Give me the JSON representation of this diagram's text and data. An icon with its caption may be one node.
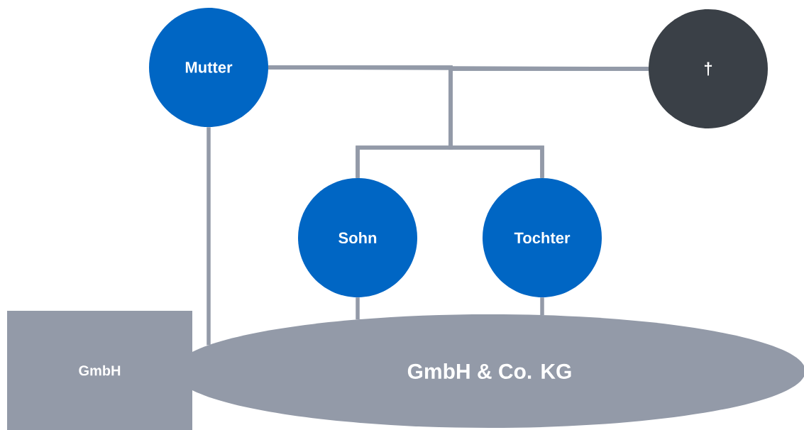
{
  "diagram": {
    "nodes": [
      {
        "text": [
          "Mutter"
        ]
      },
      {
        "text": [
          "†"
        ]
      },
      {
        "text": [
          "Sohn"
        ]
      },
      {
        "text": [
          "Tochter"
        ]
      },
      {
        "text": [
          "GmbH"
        ]
      },
      {
        "text": [
          "GmbH & Co. KG"
        ]
      }
    ],
    "edges": [
      {
        "from": 0,
        "to": 1,
        "arrow": "none"
      },
      {
        "from": 0,
        "to": 2,
        "arrow": "none"
      },
      {
        "from": 1,
        "to": 2,
        "arrow": "none"
      },
      {
        "from": 0,
        "to": 3,
        "arrow": "none"
      },
      {
        "from": 1,
        "to": 3,
        "arrow": "none"
      },
      {
        "from": 0,
        "to": 5,
        "arrow": "none"
      },
      {
        "from": 2,
        "to": 5,
        "arrow": "none"
      },
      {
        "from": 3,
        "to": 5,
        "arrow": "none"
      }
    ]
  }
}
